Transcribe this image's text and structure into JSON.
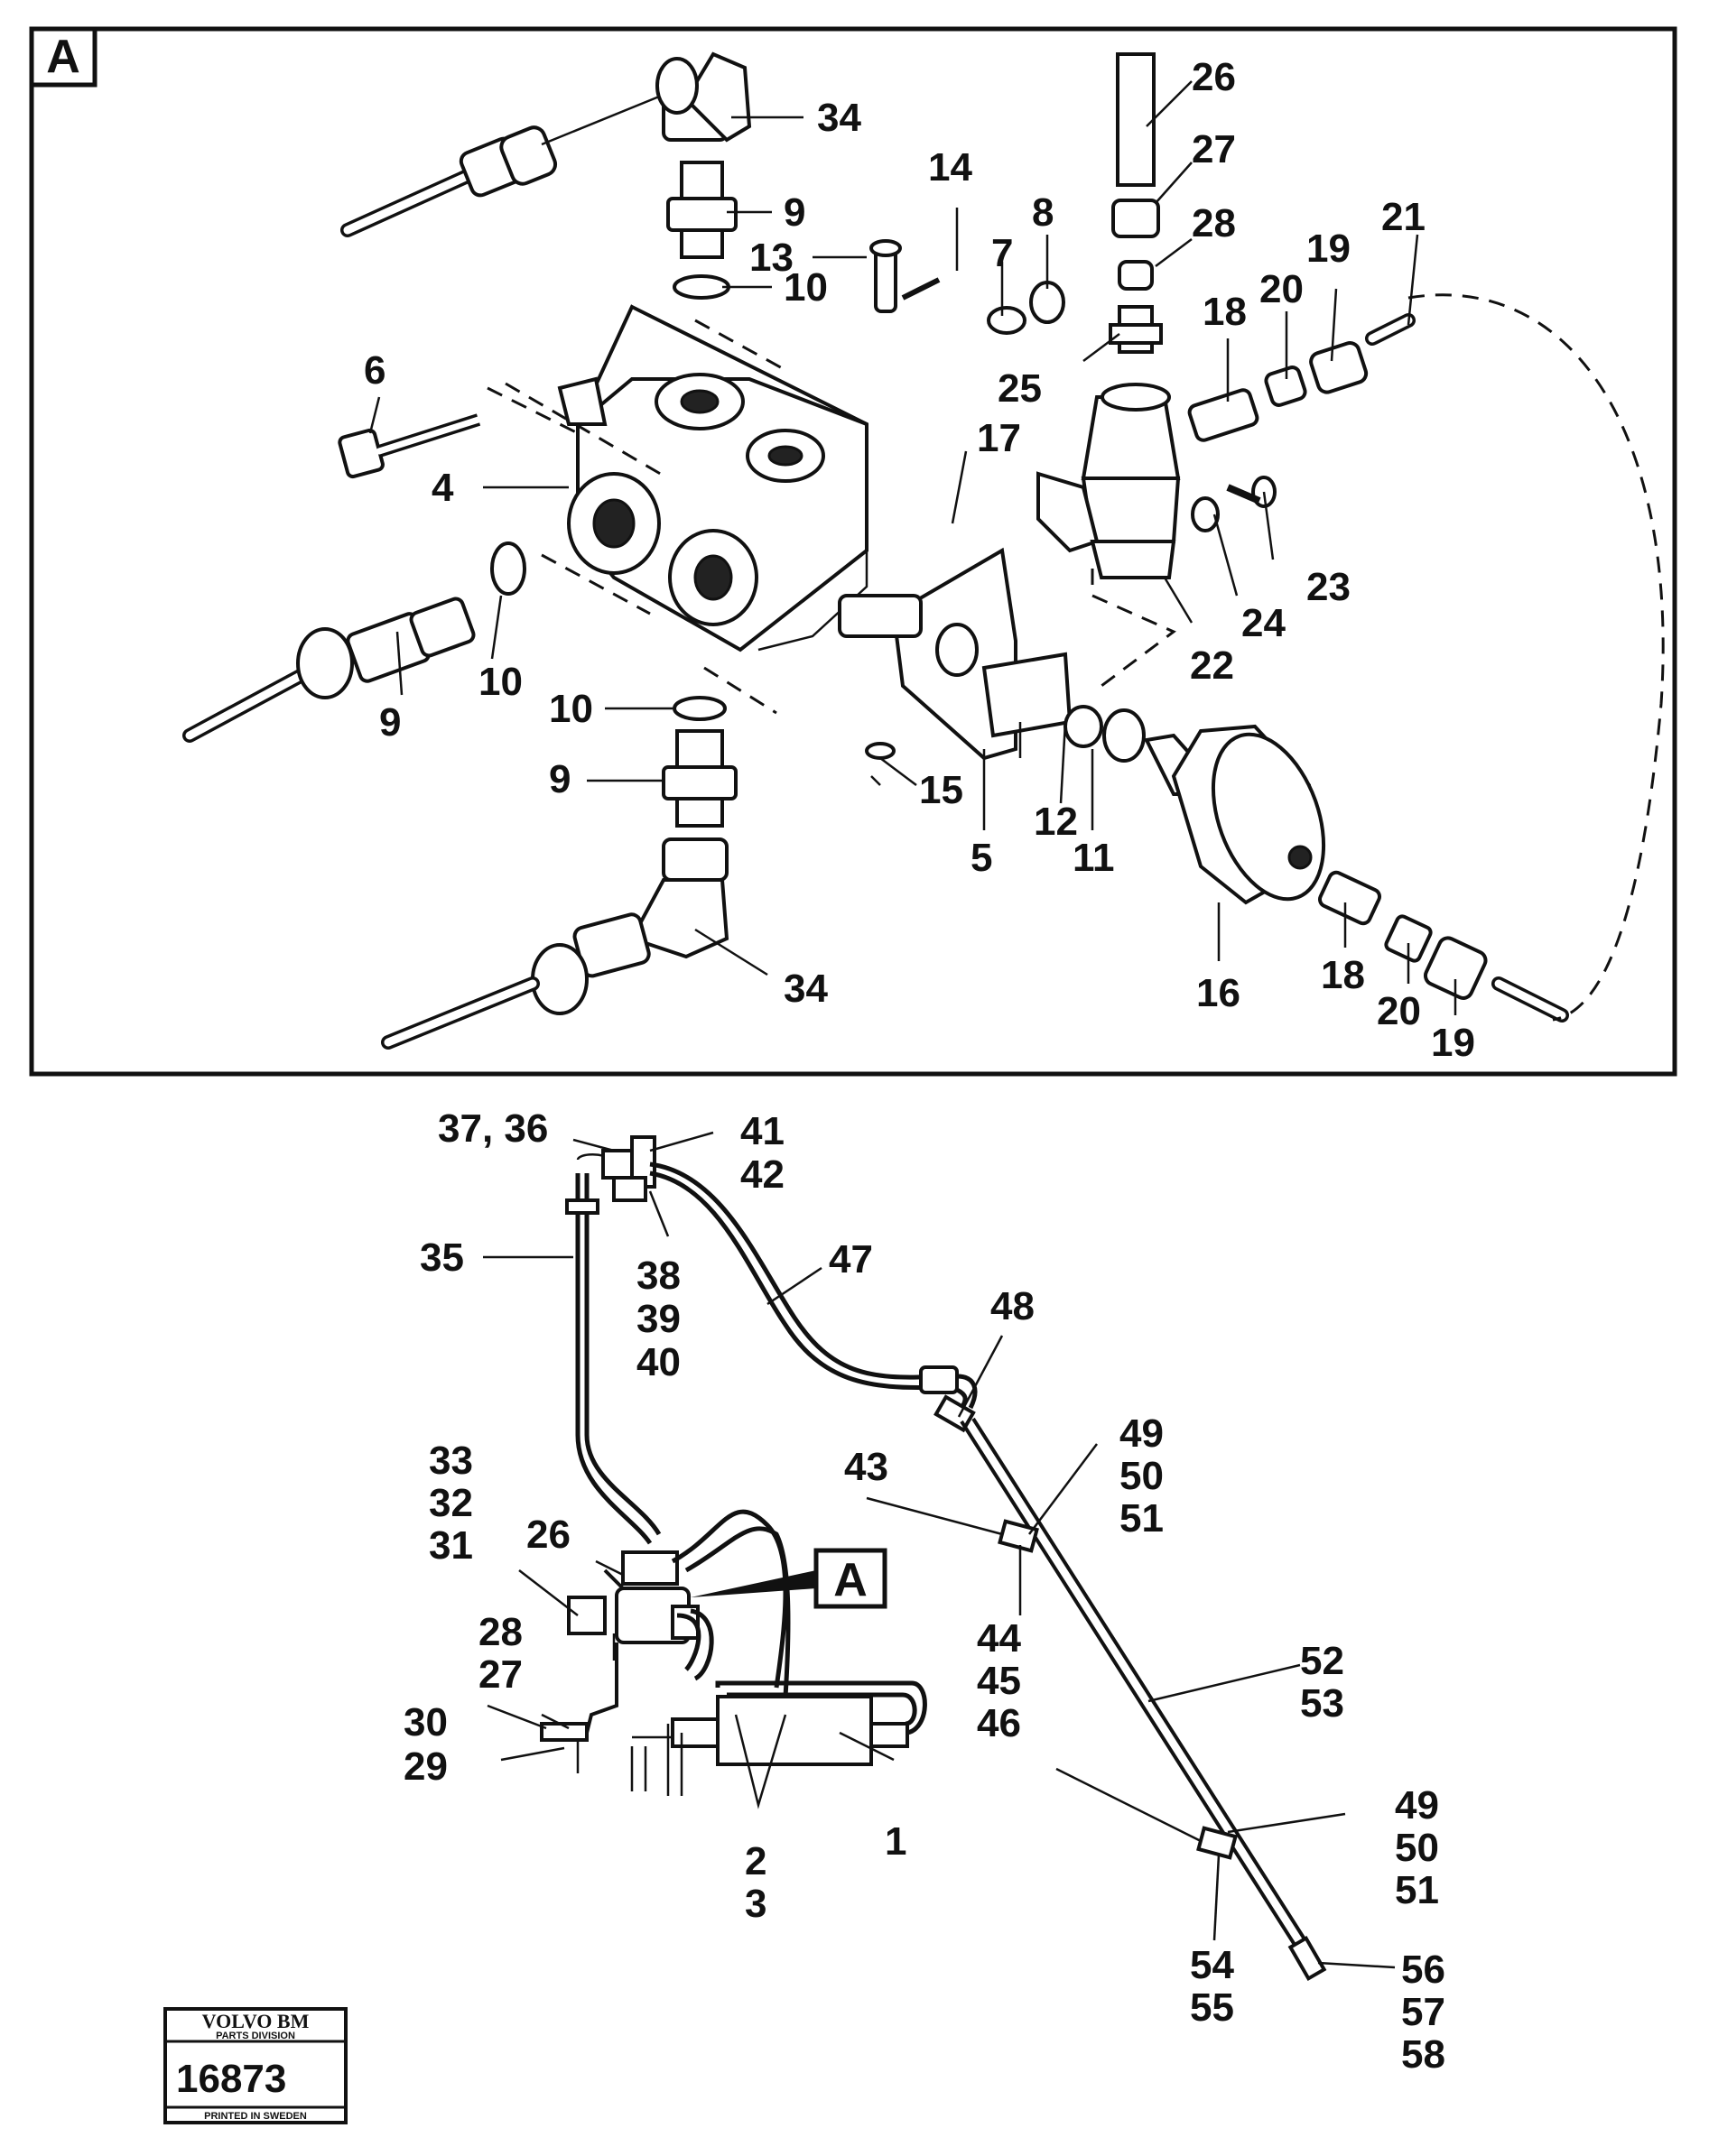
{
  "detail_view": {
    "tag": "A",
    "callouts": [
      "34",
      "9",
      "10",
      "26",
      "27",
      "28",
      "14",
      "8",
      "7",
      "13",
      "21",
      "19",
      "20",
      "18",
      "25",
      "6",
      "17",
      "4",
      "23",
      "24",
      "22",
      "10",
      "9",
      "10",
      "9",
      "15",
      "5",
      "12",
      "11",
      "16",
      "18",
      "20",
      "19",
      "34"
    ]
  },
  "system_view": {
    "tag": "A",
    "callouts": [
      "37, 36",
      "41",
      "42",
      "35",
      "38",
      "39",
      "40",
      "47",
      "48",
      "33",
      "32",
      "31",
      "26",
      "43",
      "49",
      "50",
      "51",
      "28",
      "27",
      "30",
      "29",
      "44",
      "45",
      "46",
      "52",
      "53",
      "1",
      "2",
      "3",
      "49",
      "50",
      "51",
      "54",
      "55",
      "56",
      "57",
      "58"
    ]
  },
  "stamp": {
    "brand": "VOLVO BM",
    "division": "PARTS DIVISION",
    "number": "16873",
    "footer": "PRINTED IN SWEDEN"
  }
}
